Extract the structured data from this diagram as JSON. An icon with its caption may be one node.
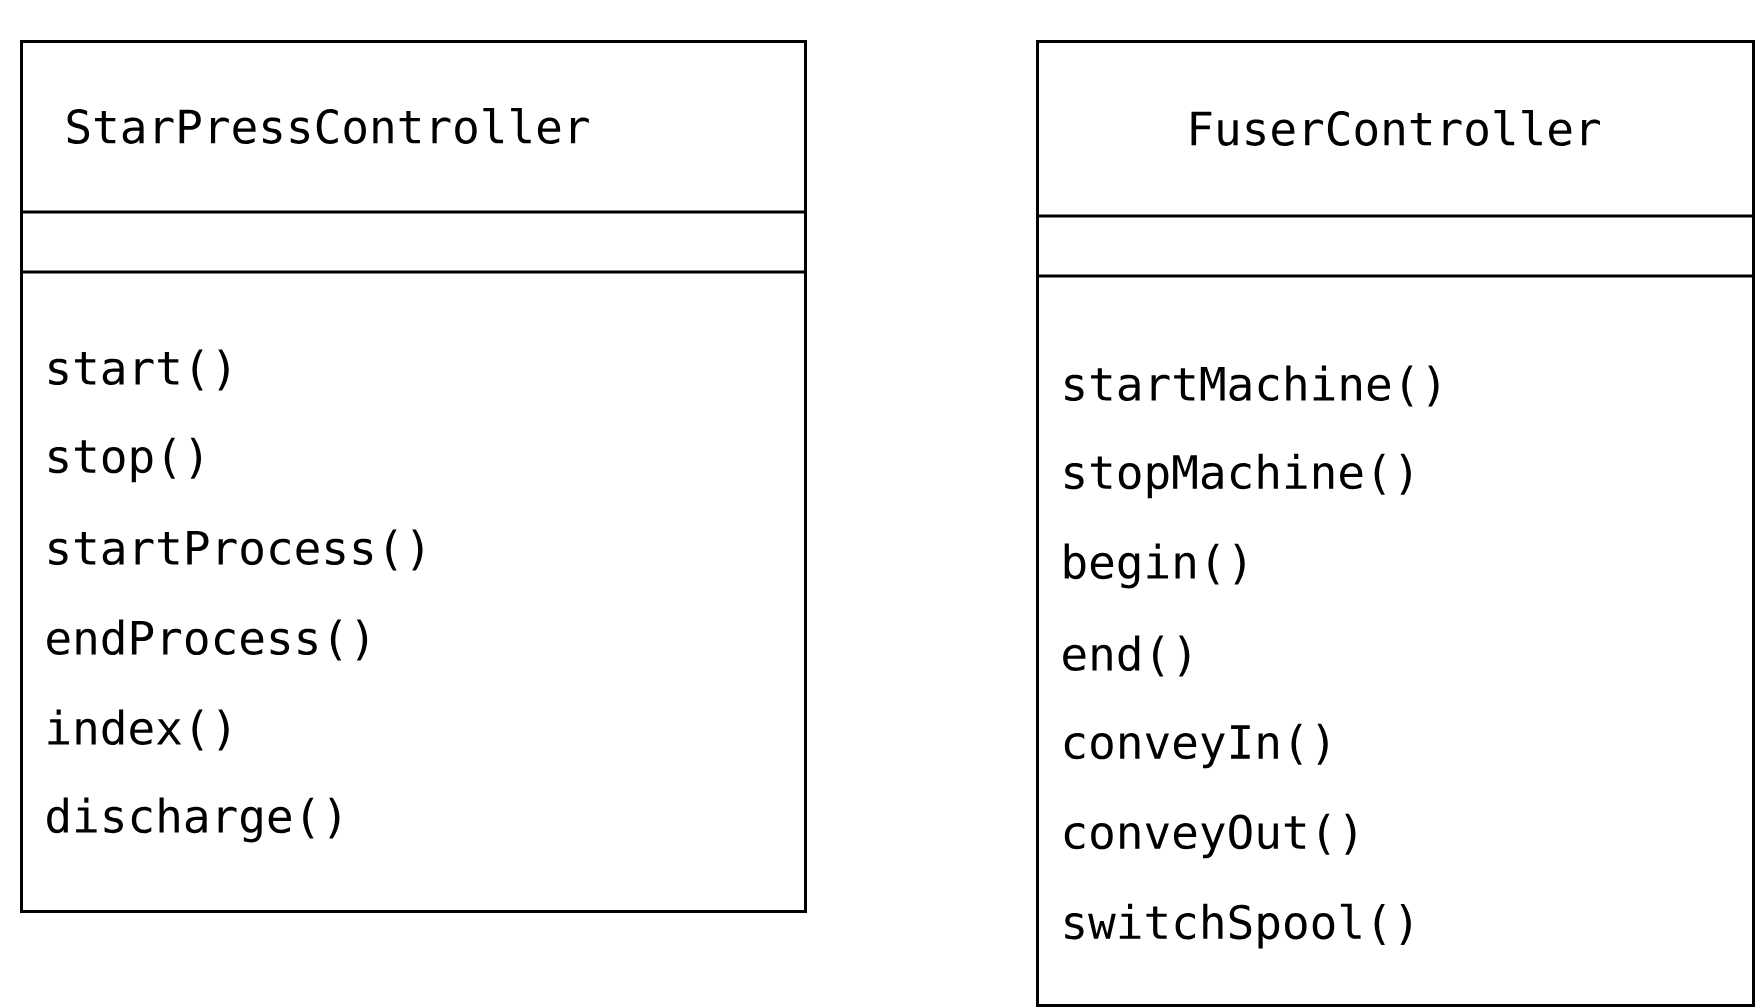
{
  "diagram": {
    "nodes": [
      {
        "text": [
          "StarPressController",
          "start()",
          "stop()",
          "startProcess()",
          "endProcess()",
          "index()",
          "discharge()"
        ]
      },
      {
        "text": [
          "FuserController",
          "startMachine()",
          "stopMachine()",
          "begin()",
          "end()",
          "conveyIn()",
          "conveyOut()",
          "switchSpool()"
        ]
      }
    ]
  }
}
